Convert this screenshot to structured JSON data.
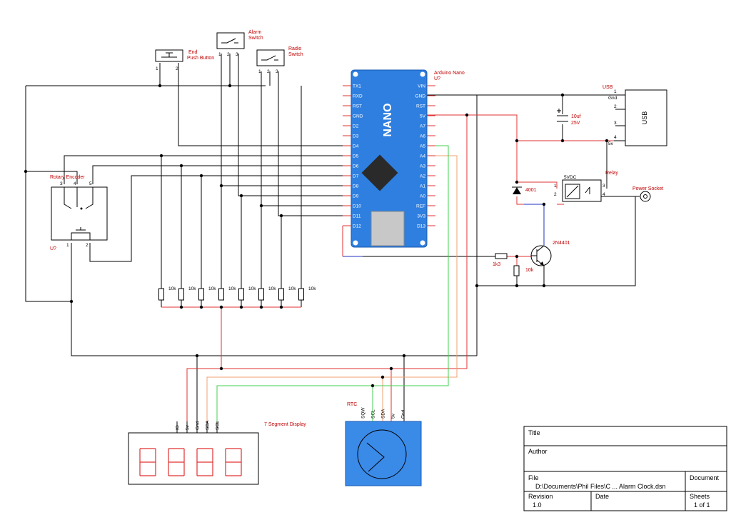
{
  "components": {
    "end_button": {
      "name": "End",
      "name2": "Push Button",
      "pin1": "1",
      "pin2": "2"
    },
    "alarm_switch": {
      "name": "Alarm",
      "name2": "Switch",
      "pin1": "1",
      "pin2": "2",
      "pin3": "3"
    },
    "radio_switch": {
      "name": "Radio",
      "name2": "Switch",
      "pin1": "1",
      "pin2": "2",
      "pin3": "3"
    },
    "rotary_encoder": {
      "name": "Rotary Encoder",
      "ref": "U?",
      "pin3": "3",
      "pin4": "4",
      "pin5": "5",
      "pin1": "1",
      "pin2": "2"
    },
    "arduino": {
      "name": "Arduino Nano",
      "ref": "U?",
      "logo": "NANO",
      "left_pins": [
        "TX1",
        "RXD",
        "RST",
        "GND",
        "D2",
        "D3",
        "D4",
        "D5",
        "D6",
        "D7",
        "D8",
        "D9",
        "D10",
        "D11",
        "D12"
      ],
      "right_pins": [
        "VIN",
        "GND",
        "RST",
        "5V",
        "A7",
        "A6",
        "A5",
        "A4",
        "A3",
        "A2",
        "A1",
        "A0",
        "REF",
        "3V3",
        "D13"
      ]
    },
    "usb": {
      "name": "USB",
      "label": "USB",
      "pin1": "1",
      "pin1b": "Gnd",
      "pin2": "2",
      "pin3": "3",
      "pin4": "4",
      "pin4b": "5v"
    },
    "capacitor": {
      "value": "10uf",
      "voltage": "25V"
    },
    "diode": {
      "name": "4001"
    },
    "relay": {
      "name": "Relay",
      "coil": "5VDC",
      "pin1": "1",
      "pin2": "2",
      "pin3": "3",
      "pin4": "4"
    },
    "power_socket": {
      "name": "Power Socket"
    },
    "transistor": {
      "name": "2N4401"
    },
    "base_resistor": {
      "value": "1k3"
    },
    "pulldown_resistor": {
      "value": "10k"
    },
    "resistor_array": {
      "values": [
        "10k",
        "10k",
        "10k",
        "10k",
        "10k",
        "10k",
        "10k",
        "10k"
      ]
    },
    "display": {
      "name": "7 Segment Display",
      "pins": [
        "IO",
        "5v",
        "Gnd",
        "SDA",
        "SCL"
      ]
    },
    "rtc": {
      "name": "RTC",
      "pins": [
        "SQW",
        "SCL",
        "SDA",
        "5v",
        "Gnd"
      ]
    }
  },
  "title_block": {
    "title_label": "Title",
    "author_label": "Author",
    "file_label": "File",
    "file_value": "D:\\Documents\\Phil Files\\C ... Alarm Clock.dsn",
    "document_label": "Document",
    "revision_label": "Revision",
    "revision_value": "1.0",
    "date_label": "Date",
    "sheets_label": "Sheets",
    "sheets_value": "1 of 1"
  },
  "colors": {
    "arduino_blue": "#2e7fe0",
    "rtc_blue": "#3a8ae8",
    "wire_red": "#e03030",
    "wire_green": "#40d050",
    "wire_orange": "#f0a070",
    "label_red": "#c00000"
  }
}
